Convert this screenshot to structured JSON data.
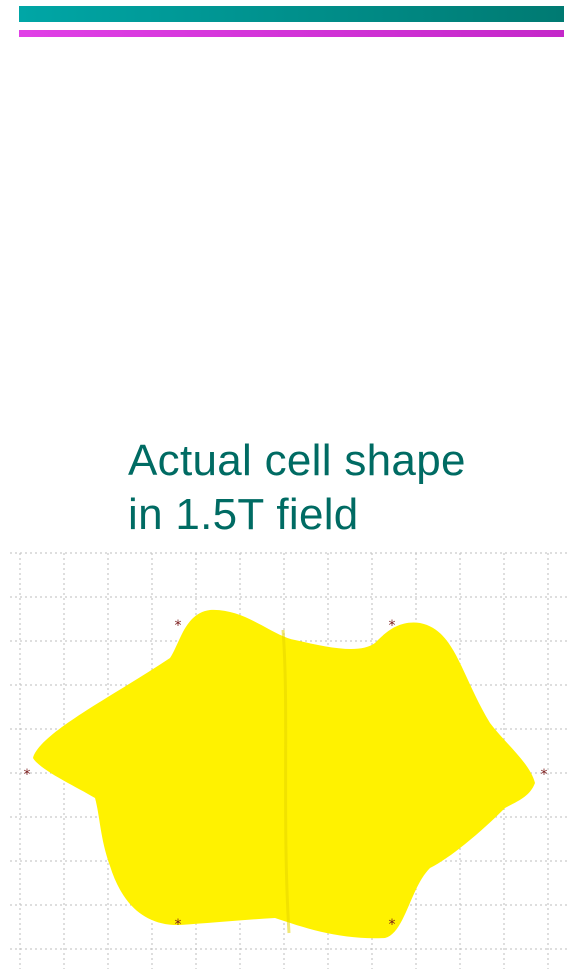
{
  "title": {
    "line1": "Actual cell shape",
    "line2": "in 1.5T field"
  },
  "colors": {
    "accent_bar": "#00a6a6",
    "secondary_bar": "#e040e6",
    "title_text": "#006b63",
    "cell_fill": "#fff200",
    "marker": "#7a1a1a",
    "grid": "#bdbdbd"
  },
  "figure": {
    "grid": true,
    "marker_symbol": "*",
    "marker_count": 6
  }
}
